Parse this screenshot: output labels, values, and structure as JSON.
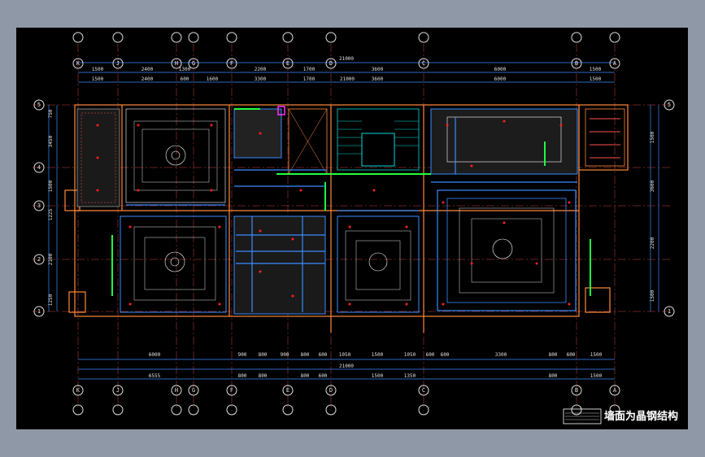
{
  "drawing": {
    "top_axis_labels": [
      "K",
      "J",
      "H",
      "G",
      "F",
      "E",
      "D",
      "C",
      "B",
      "A"
    ],
    "bottom_axis_labels": [
      "K",
      "J",
      "H",
      "G",
      "F",
      "E",
      "D",
      "C",
      "B",
      "A"
    ],
    "left_axis_labels": [
      "5",
      "4",
      "3",
      "2",
      "1"
    ],
    "right_axis_labels": [
      "5",
      "1"
    ],
    "top_overall_dimension": "21000",
    "top_dims_row1": [
      "1500",
      "2400",
      "1300",
      "",
      "2200",
      "1700",
      "3600",
      "6000",
      "1500"
    ],
    "top_dims_row2": [
      "1500",
      "2400",
      "600",
      "1600",
      "3300",
      "1700",
      "21000",
      "3600",
      "6000",
      "1500"
    ],
    "bottom_overall_dimension": "21000",
    "bottom_dims_row1": [
      "6000",
      "900",
      "800",
      "900",
      "800",
      "600",
      "1050",
      "1500",
      "1050",
      "600",
      "600",
      "3300",
      "800",
      "600",
      "1500"
    ],
    "bottom_dims_row2": [
      "6555",
      "800",
      "800",
      "800",
      "600",
      "1500",
      "1350",
      "800",
      "1500"
    ],
    "left_dims": [
      "750",
      "3450",
      "1500",
      "1225",
      "2100",
      "1250"
    ],
    "right_dims": [
      "1500",
      "3600",
      "2200",
      "1500"
    ],
    "legend_label": "墙面为晶钢结构"
  }
}
